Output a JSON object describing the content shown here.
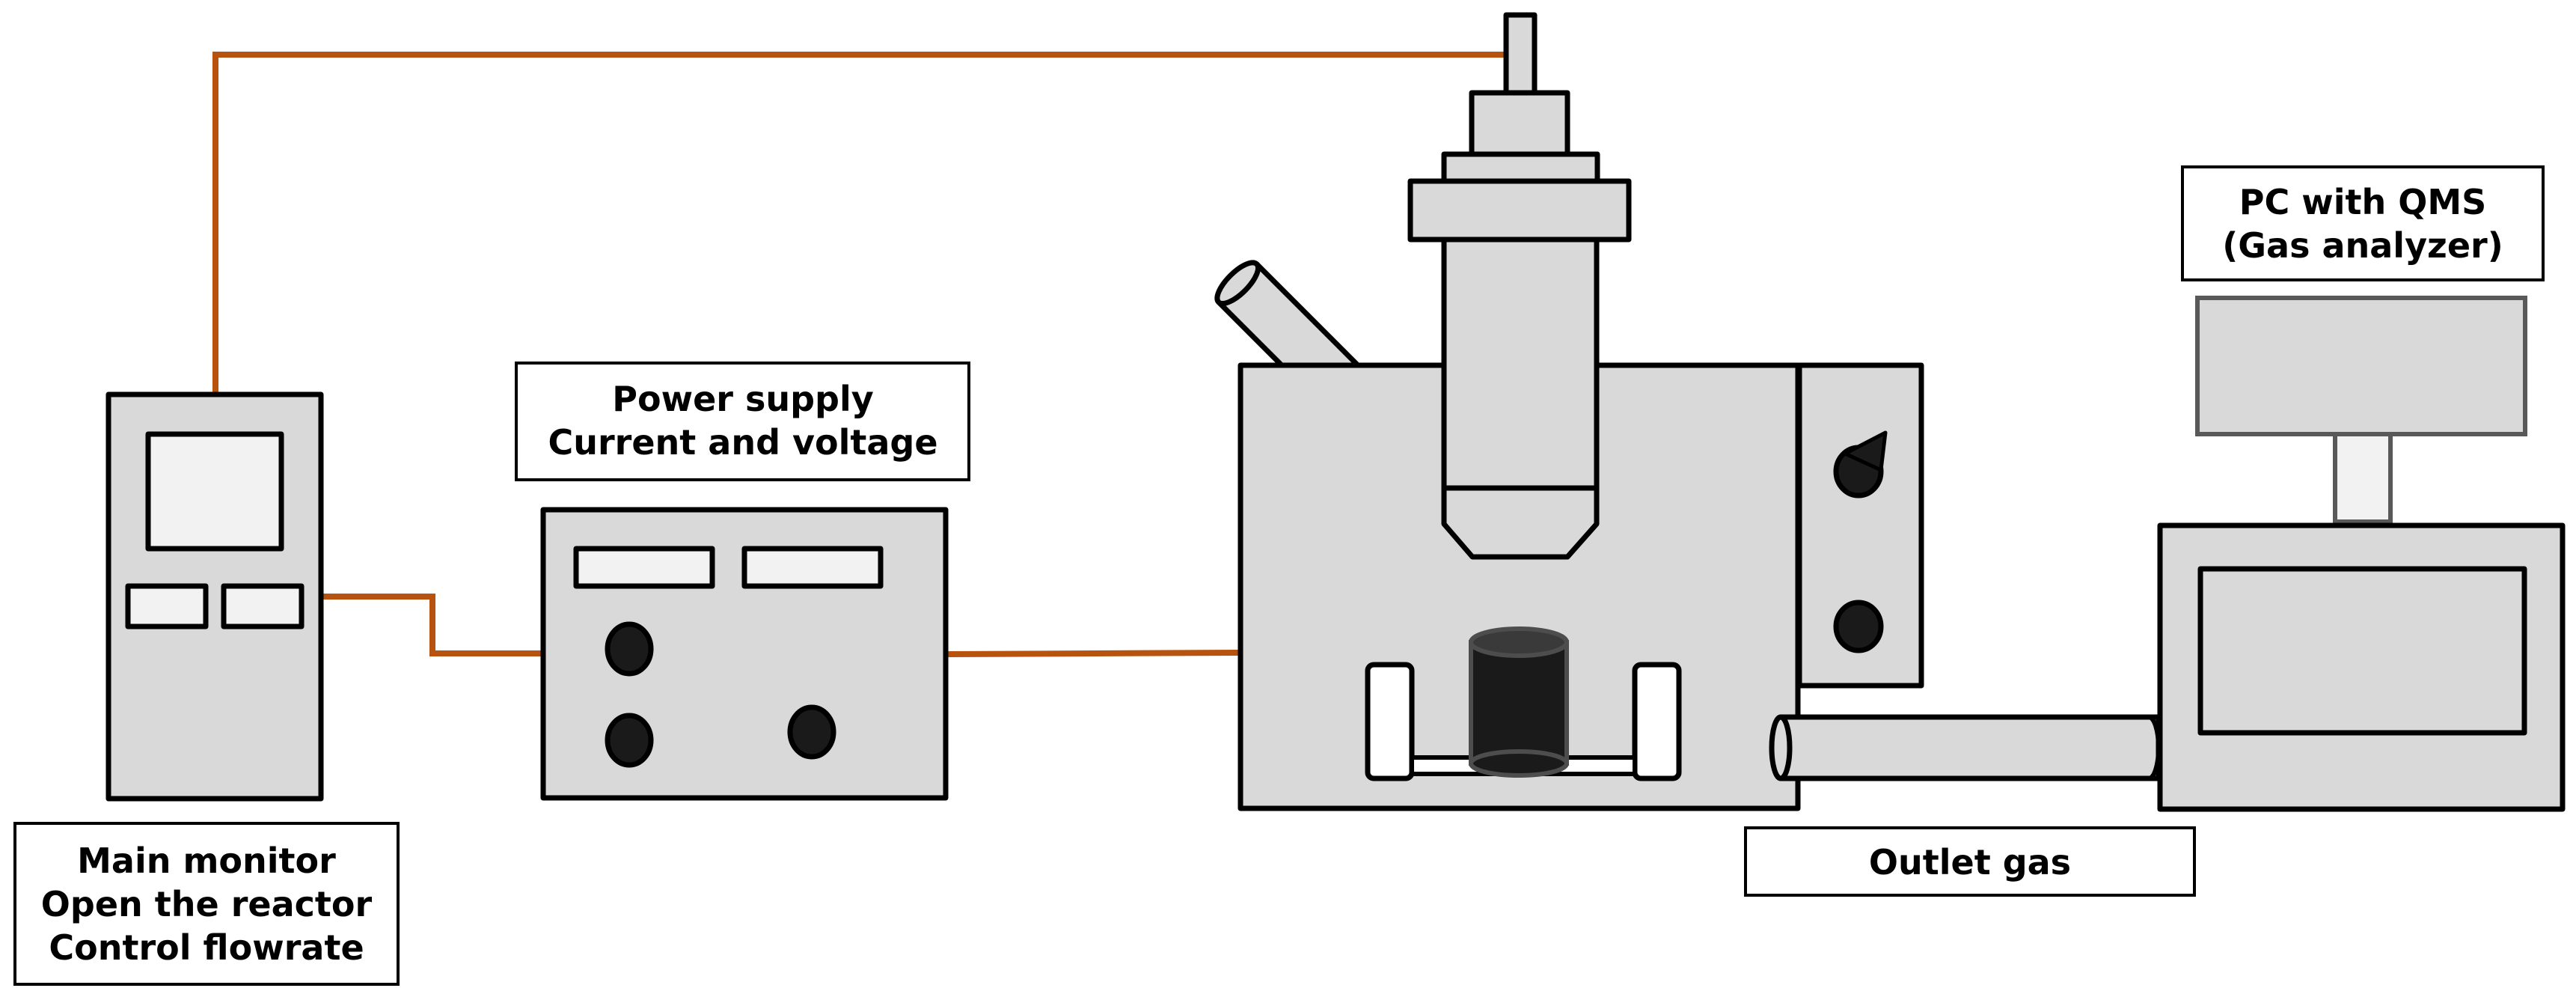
{
  "labels": {
    "main_monitor": [
      "Main monitor",
      "Open the reactor",
      "Control flowrate"
    ],
    "power_supply": [
      "Power supply",
      "Current and voltage"
    ],
    "pc_qms": [
      "PC with QMS",
      "(Gas analyzer)"
    ],
    "outlet_gas": [
      "Outlet gas"
    ]
  },
  "colors": {
    "wire": "#B8520F",
    "equipment_fill": "#D9D9D9",
    "screen_fill": "#F2F2F2",
    "knob_fill": "#1A1A1A",
    "outline": "#000000"
  }
}
